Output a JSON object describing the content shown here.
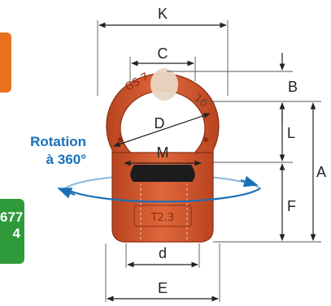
{
  "badges": {
    "orange_color": "#e8701e",
    "green_color": "#2f9a3a",
    "green_lines": [
      "677",
      "4"
    ]
  },
  "rotation": {
    "line1": "Rotation",
    "line2": "à 360°",
    "color": "#1a6fb8"
  },
  "dimensions": {
    "K": "K",
    "C": "C",
    "B": "B",
    "D": "D",
    "L": "L",
    "M": "M",
    "A": "A",
    "F": "F",
    "d": "d",
    "E": "E"
  },
  "part": {
    "color": "#d4562a",
    "marking_body": "T2.3",
    "marking_ring_left": "GS 7",
    "marking_ring_right": "10"
  }
}
